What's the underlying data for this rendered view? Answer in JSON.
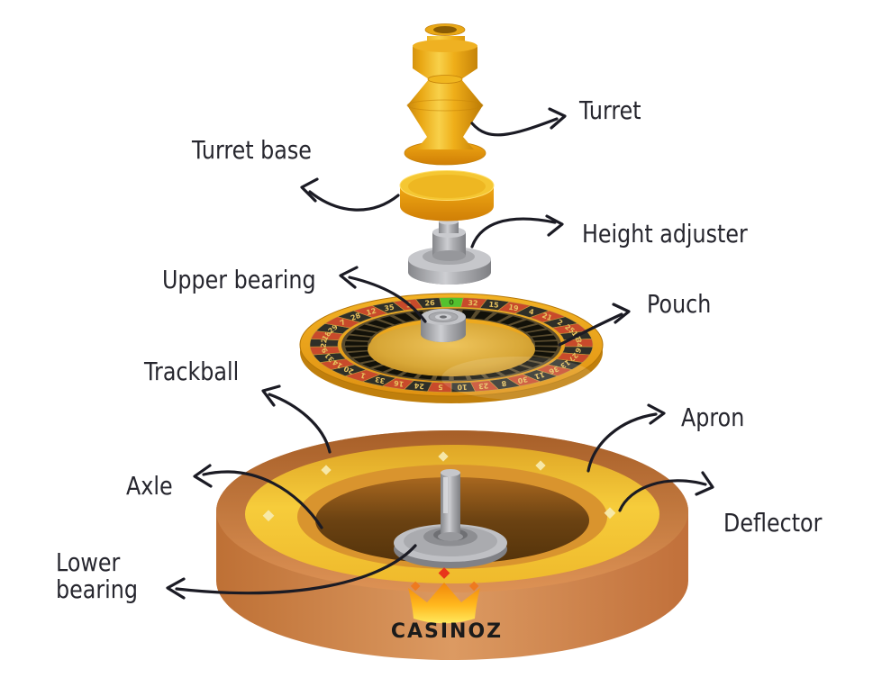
{
  "labels": {
    "turret": "Turret",
    "turret_base": "Turret base",
    "height_adjuster": "Height adjuster",
    "upper_bearing": "Upper bearing",
    "pouch": "Pouch",
    "trackball": "Trackball",
    "apron": "Apron",
    "axle": "Axle",
    "deflector": "Deflector",
    "lower_bearing": "Lower bearing"
  },
  "logo": {
    "text": "CASINOZ"
  },
  "colors": {
    "gold": "#ECA816",
    "gold_light": "#F7CE43",
    "gold_dark": "#C5820B",
    "copper_bowl": "#D08048",
    "yellow_ring": "#F5C93C",
    "bowl_interior": "#5E3A10",
    "metal_gray": "#A7A8AC",
    "arrow": "#1B1B24",
    "label_text": "#26262E",
    "crown_orange": "#F1860A",
    "crown_yellow": "#FFE95D",
    "logo_diamond_red": "#E8351B",
    "logo_diamond_orange": "#EE7A1F",
    "logo_text": "#1B1B1B"
  },
  "wheel": {
    "numbers": [
      0,
      32,
      15,
      19,
      4,
      21,
      2,
      25,
      17,
      34,
      6,
      27,
      13,
      36,
      11,
      30,
      8,
      23,
      10,
      5,
      24,
      16,
      33,
      1,
      20,
      14,
      31,
      9,
      22,
      18,
      29,
      7,
      28,
      12,
      35,
      3,
      26
    ],
    "red_numbers": [
      1,
      3,
      5,
      7,
      9,
      12,
      14,
      16,
      18,
      19,
      21,
      23,
      25,
      27,
      30,
      32,
      34,
      36
    ],
    "colors": {
      "red": "#C84A2B",
      "black": "#2E2F28",
      "green": "#53C22E",
      "rim_gold": "#E9A41C",
      "separator": "#C79A3A",
      "number": "#E8C35F",
      "zero_number": "#2A5C10",
      "slot": "#121109",
      "slot_ring": "#5A4C2E",
      "cone": "#D8A737"
    }
  }
}
